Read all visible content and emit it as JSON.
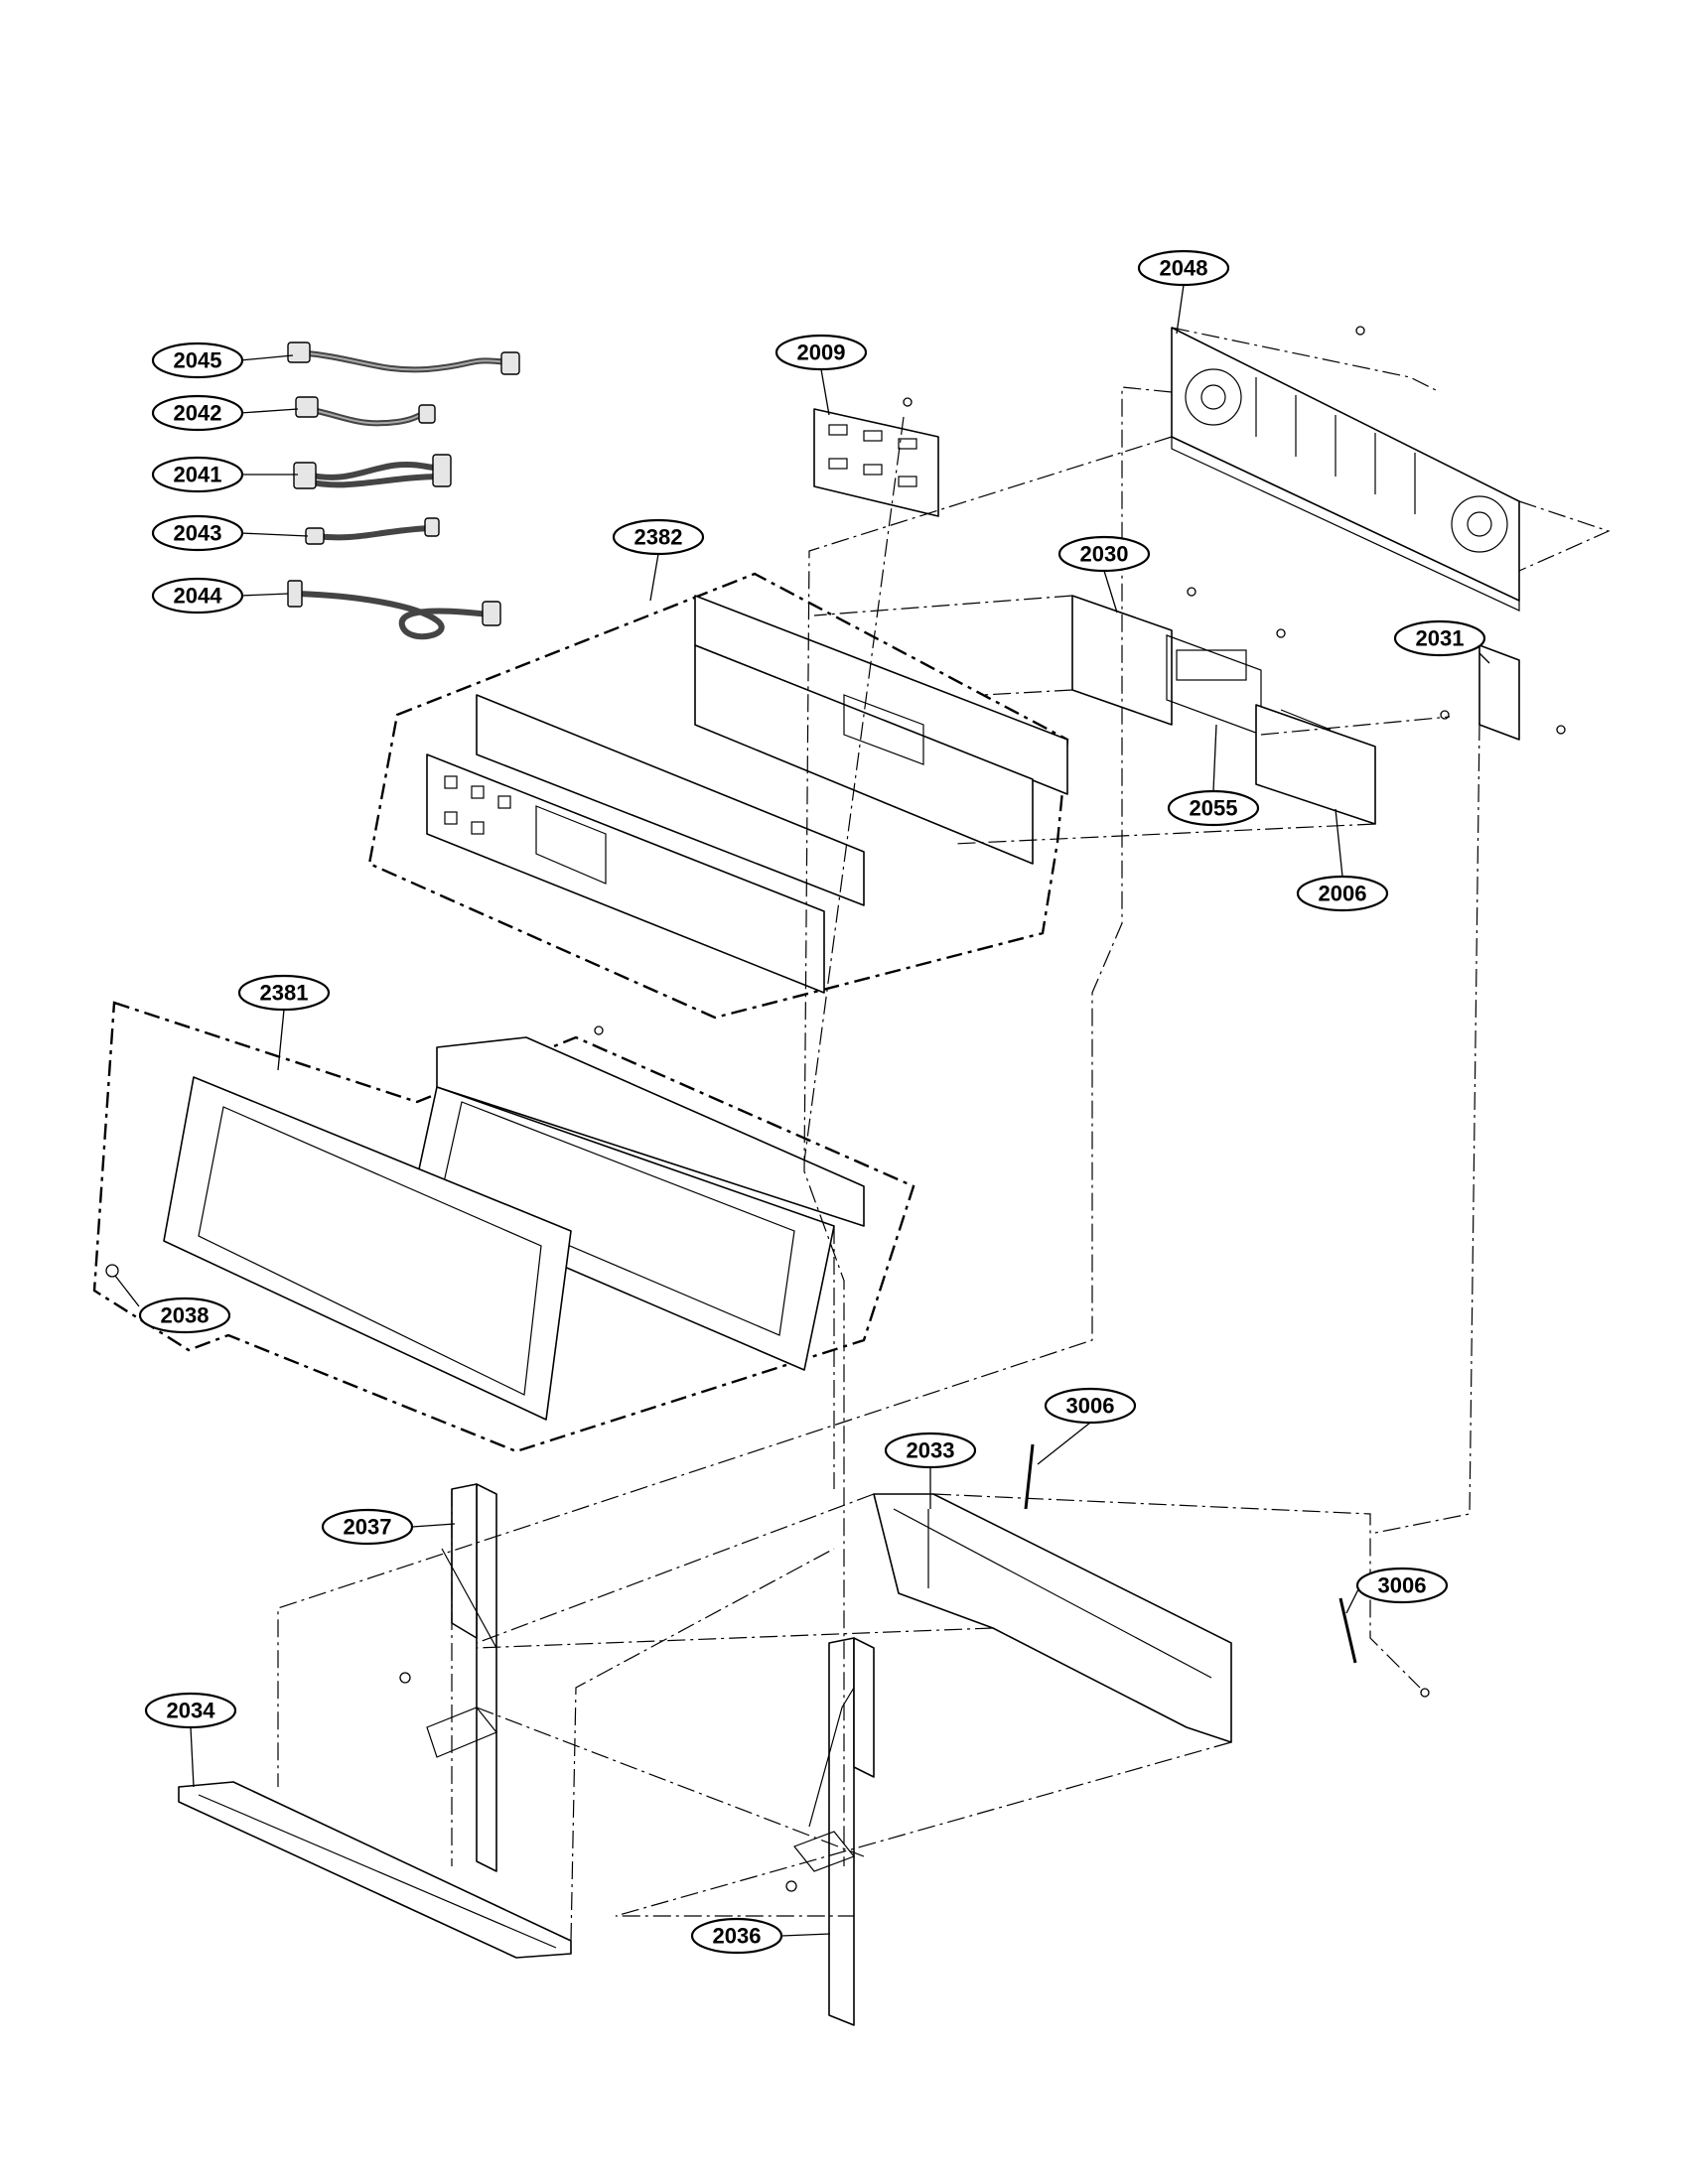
{
  "callouts": [
    {
      "id": "2045",
      "label": "2045"
    },
    {
      "id": "2042",
      "label": "2042"
    },
    {
      "id": "2041",
      "label": "2041"
    },
    {
      "id": "2043",
      "label": "2043"
    },
    {
      "id": "2044",
      "label": "2044"
    },
    {
      "id": "2009",
      "label": "2009"
    },
    {
      "id": "2048",
      "label": "2048"
    },
    {
      "id": "2382",
      "label": "2382"
    },
    {
      "id": "2030",
      "label": "2030"
    },
    {
      "id": "2031",
      "label": "2031"
    },
    {
      "id": "2055",
      "label": "2055"
    },
    {
      "id": "2006",
      "label": "2006"
    },
    {
      "id": "2381",
      "label": "2381"
    },
    {
      "id": "2038",
      "label": "2038"
    },
    {
      "id": "3006a",
      "label": "3006"
    },
    {
      "id": "2033",
      "label": "2033"
    },
    {
      "id": "2037",
      "label": "2037"
    },
    {
      "id": "3006b",
      "label": "3006"
    },
    {
      "id": "2034",
      "label": "2034"
    },
    {
      "id": "2036",
      "label": "2036"
    }
  ]
}
